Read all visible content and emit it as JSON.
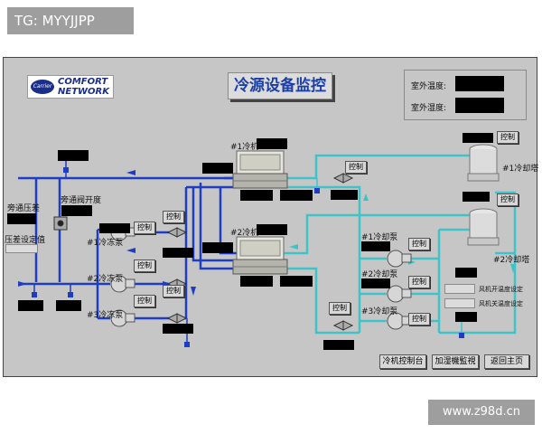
{
  "overlay": {
    "tg_label": "TG: MYYJJPP",
    "site_watermark": "www.z98d.cn"
  },
  "logo": {
    "oval_text": "Carrier",
    "line1": "COMFORT",
    "line2": "NETWORK"
  },
  "title": "冷源设备监控",
  "environment": {
    "outdoor_temp_label": "室外温度:",
    "outdoor_humidity_label": "室外湿度:"
  },
  "chillers": [
    {
      "label": "#1冷机"
    },
    {
      "label": "#2冷机"
    }
  ],
  "bypass": {
    "dp_label": "旁通压差",
    "valve_label": "旁通阀开度",
    "setpoint_label": "压差设定值"
  },
  "chw_pumps": [
    {
      "label": "#1冷冻泵"
    },
    {
      "label": "#2冷冻泵"
    },
    {
      "label": "#3冷冻泵"
    }
  ],
  "cw_pumps": [
    {
      "label": "#1冷却泵"
    },
    {
      "label": "#2冷却泵"
    },
    {
      "label": "#3冷却泵"
    }
  ],
  "towers": [
    {
      "label": "#1冷却塔"
    },
    {
      "label": "#2冷却塔"
    }
  ],
  "fan_settings": {
    "fan_on_temp": "风机开温度设定",
    "fan_off_temp": "风机关温度设定"
  },
  "control_label": "控制",
  "nav": {
    "chiller_console": "冷机控制台",
    "humidifier_monitor": "加湿機監視",
    "back_home": "返回主页"
  },
  "colors": {
    "chilled_water": "#1e3cc4",
    "cooling_water": "#3fc3c8",
    "panel": "#c6c6c6",
    "title_text": "#1b3fa8"
  }
}
